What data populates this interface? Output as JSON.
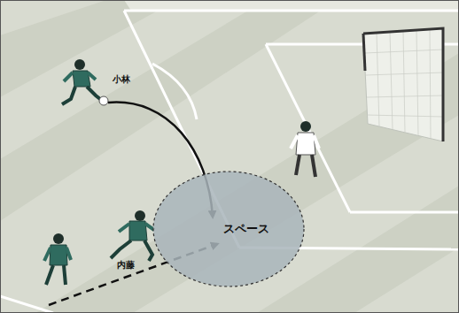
{
  "diagram": {
    "nodes": [
      {
        "text": [
          "スペース"
        ]
      }
    ],
    "labels": [
      "小林",
      "内藤"
    ]
  }
}
